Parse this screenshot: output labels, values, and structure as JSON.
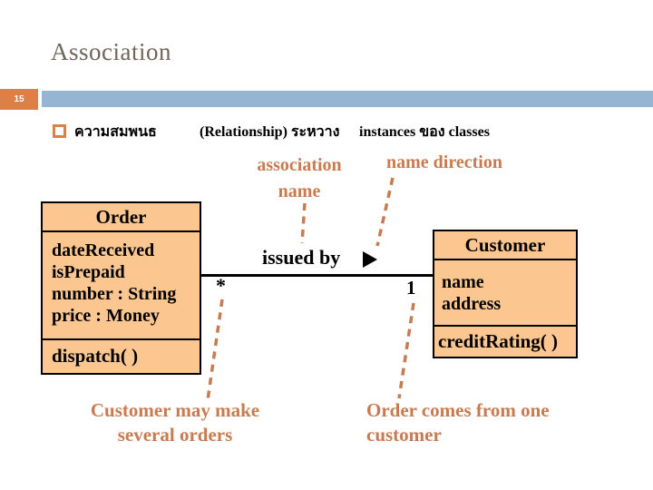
{
  "slide": {
    "title": "Association",
    "page_number": "15"
  },
  "bullet": {
    "part1": "ความสมพนธ",
    "part2": "(Relationship) ระหวาง",
    "part3": "instances ของ classes"
  },
  "callouts": {
    "association_name": {
      "line1": "association",
      "line2": "name"
    },
    "name_direction": "name direction",
    "left_note": {
      "line1": "Customer may make",
      "line2": "several orders"
    },
    "right_note": {
      "line1": "Order comes from one",
      "line2": "customer"
    }
  },
  "uml": {
    "order": {
      "name": "Order",
      "attributes": [
        "dateReceived",
        "isPrepaid",
        "number : String",
        "price : Money"
      ],
      "operations": [
        "dispatch( )"
      ]
    },
    "customer": {
      "name": "Customer",
      "attributes": [
        "name",
        "address"
      ],
      "operations": [
        "creditRating( )"
      ]
    },
    "association": {
      "label": "issued by",
      "multiplicity_order": "*",
      "multiplicity_customer": "1"
    }
  },
  "colors": {
    "accent_orange": "#dd8047",
    "header_blue": "#94b6d2",
    "label_orange": "#c87b50",
    "class_fill": "#fbc690",
    "title_gray": "#6f655b"
  }
}
